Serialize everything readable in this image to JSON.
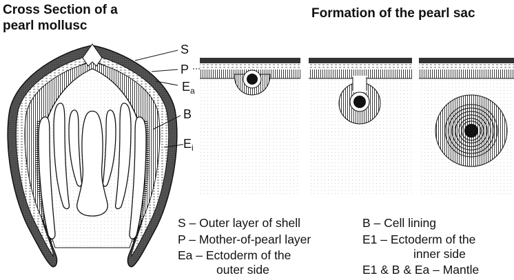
{
  "titles": {
    "left_line1": "Cross Section of a",
    "left_line2": "pearl mollusc",
    "right": "Formation of the pearl sac"
  },
  "labels": {
    "S": "S",
    "P": "P",
    "Ea_main": "E",
    "Ea_sub": "a",
    "B": "B",
    "Ei_main": "E",
    "Ei_sub": "i"
  },
  "legend": {
    "s": "S – Outer layer of shell",
    "p": "P – Mother-of-pearl layer",
    "ea_1": "Ea – Ectoderm of the",
    "ea_2": "outer side",
    "b": "B – Cell lining",
    "e1_1": "E1 – Ectoderm of the",
    "e1_2": "inner side",
    "mantle": "E1 & B & Ea – Mantle"
  }
}
